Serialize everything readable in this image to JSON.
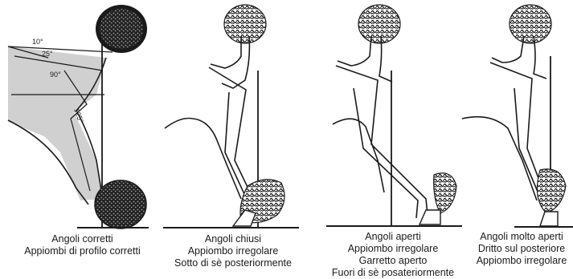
{
  "panels": [
    {
      "id": "correct",
      "caption": [
        "Angoli corretti",
        "Appiombi di profilo corretti"
      ],
      "angle_labels": [
        "10°",
        "25°",
        "90°",
        "125°"
      ]
    },
    {
      "id": "closed",
      "caption": [
        "Angoli chiusi",
        "Appiombo irregolare",
        "Sotto di sè posteriormente"
      ]
    },
    {
      "id": "open",
      "caption": [
        "Angoli aperti",
        "Appiombo irregolare",
        "Garretto aperto",
        "Fuori di sè posateriormente"
      ]
    },
    {
      "id": "very-open",
      "caption": [
        "Angoli molto aperti",
        "Dritto sul posteriore",
        "Appiombo irregolare"
      ]
    }
  ],
  "colors": {
    "ink": "#1a1a1a",
    "shade": "#d0d0d0",
    "background": "#ffffff"
  }
}
